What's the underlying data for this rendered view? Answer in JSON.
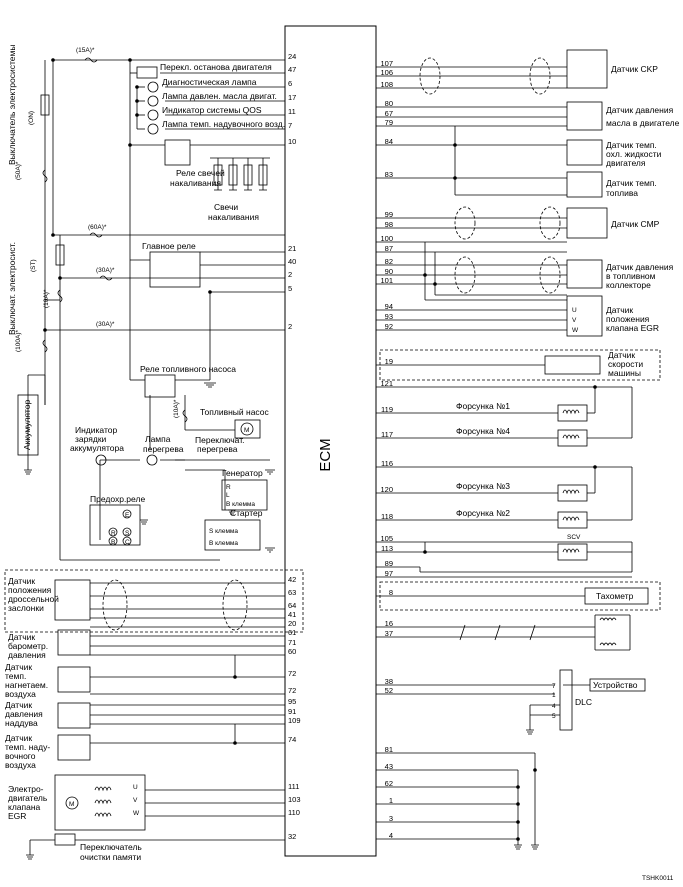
{
  "ecm_label": "ECM",
  "footer_code": "TSHK0011",
  "left_labels": {
    "ignition_switch_vert": "Выключатель электросистемы",
    "ign_on": "(ON)",
    "starter_switch_vert": "Выключат. электросист.",
    "starter_st": "(ST)",
    "battery": "Аккумулятор",
    "fuse_15a": "(15A)*",
    "fuse_50a": "(50A)*",
    "fuse_60a": "(60A)*",
    "fuse_30a_1": "(30A)*",
    "fuse_30a_2": "(30A)*",
    "fuse_10a_1": "(10A)*",
    "fuse_10a_2": "(10A)*",
    "fuse_100a": "(100A)*",
    "engine_stop_switch": "Перекл. останова двигателя",
    "diag_lamp": "Диагностическая лампа",
    "oil_pressure_lamp": "Лампа давлен. масла двигат.",
    "qos_indicator": "Индикатор системы QOS",
    "intake_temp_lamp": "Лампа темп. надувочного возд.",
    "glow_relay_1": "Реле свечей",
    "glow_relay_2": "накаливания",
    "glow_plugs_1": "Свечи",
    "glow_plugs_2": "накаливания",
    "main_relay": "Главное реле",
    "fuel_pump_relay": "Реле топливного насоса",
    "fuel_pump": "Топливный насос",
    "charge_ind_1": "Индикатор",
    "charge_ind_2": "зарядки",
    "charge_ind_3": "аккумулятора",
    "overheat_lamp_1": "Лампа",
    "overheat_lamp_2": "перегрева",
    "overheat_sw_1": "Переключат.",
    "overheat_sw_2": "перегрева",
    "generator": "Генератор",
    "gen_r": "R",
    "gen_l": "L",
    "gen_b": "B клемма",
    "fuse_relay": "Предохр.реле",
    "starter": "Стартер",
    "starter_s": "S клемма",
    "starter_b": "B клемма",
    "tps_1": "Датчик",
    "tps_2": "положения",
    "tps_3": "дроссельной",
    "tps_4": "заслонки",
    "baro_1": "Датчик",
    "baro_2": "барометр.",
    "baro_3": "давления",
    "iat_1": "Датчик",
    "iat_2": "темп.",
    "iat_3": "нагнетаем.",
    "iat_4": "воздуха",
    "boost_1": "Датчик",
    "boost_2": "давления",
    "boost_3": "наддува",
    "bat_1": "Датчик",
    "bat_2": "темп. наду-",
    "bat_3": "вочного",
    "bat_4": "воздуха",
    "egr_motor_1": "Электро-",
    "egr_motor_2": "двигатель",
    "egr_motor_3": "клапана",
    "egr_motor_4": "EGR",
    "mem_clear_1": "Переключатель",
    "mem_clear_2": "очистки памяти",
    "phase_u": "U",
    "phase_v": "V",
    "phase_w": "W",
    "motor_m": "M",
    "relay_e": "E",
    "relay_s": "S",
    "relay_b": "B",
    "relay_c": "C",
    "relay_r": "R"
  },
  "left_pins": [
    "24",
    "47",
    "6",
    "17",
    "11",
    "7",
    "10",
    "21",
    "40",
    "2",
    "5",
    "2",
    "42",
    "63",
    "64",
    "41",
    "20",
    "61",
    "71",
    "60",
    "72",
    "72",
    "95",
    "91",
    "109",
    "74",
    "111",
    "103",
    "110",
    "32"
  ],
  "right_pins": [
    "107",
    "106",
    "108",
    "80",
    "67",
    "79",
    "84",
    "83",
    "99",
    "98",
    "100",
    "87",
    "82",
    "90",
    "101",
    "94",
    "93",
    "92",
    "19",
    "121",
    "119",
    "117",
    "116",
    "120",
    "118",
    "105",
    "113",
    "89",
    "97",
    "8",
    "16",
    "37",
    "38",
    "52",
    "81",
    "43",
    "62",
    "1",
    "3",
    "4"
  ],
  "right_labels": {
    "ckp": "Датчик CKP",
    "oil_press_1": "Датчик давления",
    "oil_press_2": "масла в двигателе",
    "ect_1": "Датчик темп.",
    "ect_2": "охл. жидкости",
    "ect_3": "двигателя",
    "fuel_temp_1": "Датчик темп.",
    "fuel_temp_2": "топлива",
    "cmp": "Датчик CMP",
    "rail_press_1": "Датчик давления",
    "rail_press_2": "в топливном",
    "rail_press_3": "коллекторе",
    "egr_pos_1": "Датчик",
    "egr_pos_2": "положения",
    "egr_pos_3": "клапана EGR",
    "speed_1": "Датчик",
    "speed_2": "скорости",
    "speed_3": "машины",
    "inj1": "Форсунка №1",
    "inj4": "Форсунка №4",
    "inj3": "Форсунка №3",
    "inj2": "Форсунка №2",
    "scv": "SCV",
    "tacho": "Тахометр",
    "device": "Устройство",
    "dlc": "DLC",
    "uvw_u": "U",
    "uvw_v": "V",
    "uvw_w": "W",
    "dlc_7": "7",
    "dlc_1": "1",
    "dlc_4": "4",
    "dlc_5": "5"
  }
}
